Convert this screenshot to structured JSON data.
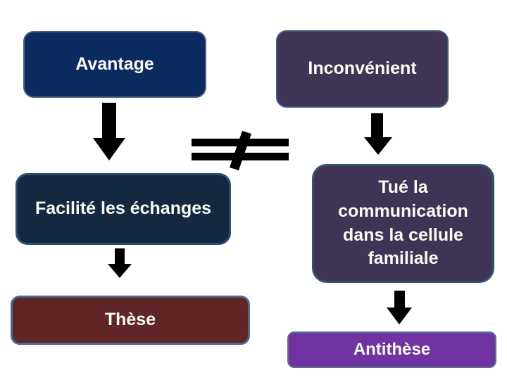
{
  "slide": {
    "left_column": {
      "advantage_label": "Avantage",
      "detail_label": "Facilité les échanges",
      "thesis_label": "Thèse"
    },
    "right_column": {
      "disadvantage_label": "Inconvénient",
      "detail_label": "Tué la communication dans la cellule familiale",
      "antithesis_label": "Antithèse"
    },
    "not_equal_symbol": "≠",
    "colors": {
      "background": "#ffffff",
      "advantage_fill": "#0b2a60",
      "disadvantage_fill": "#3f3455",
      "facilite_fill": "#132942",
      "tue_fill": "#3f3455",
      "these_fill": "#5f2625",
      "antithese_fill": "#7233a2",
      "arrow": "#000000",
      "text": "#fbfbf3"
    }
  }
}
